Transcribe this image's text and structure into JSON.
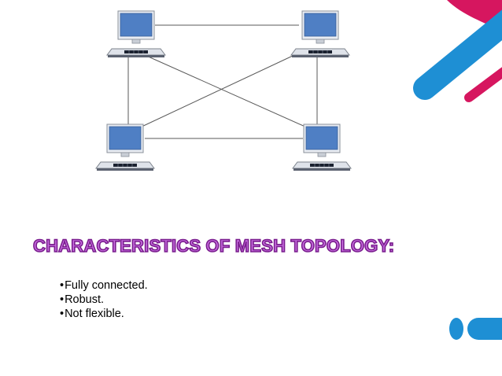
{
  "diagram": {
    "nodes": [
      {
        "name": "computer-top-left",
        "icon": "computer-icon"
      },
      {
        "name": "computer-top-right",
        "icon": "computer-icon"
      },
      {
        "name": "computer-bottom-left",
        "icon": "computer-icon"
      },
      {
        "name": "computer-bottom-right",
        "icon": "computer-icon"
      }
    ],
    "links": [
      [
        "computer-top-left",
        "computer-top-right"
      ],
      [
        "computer-top-left",
        "computer-bottom-left"
      ],
      [
        "computer-top-left",
        "computer-bottom-right"
      ],
      [
        "computer-top-right",
        "computer-bottom-left"
      ],
      [
        "computer-top-right",
        "computer-bottom-right"
      ],
      [
        "computer-bottom-left",
        "computer-bottom-right"
      ]
    ]
  },
  "heading": "CHARACTERISTICS OF MESH TOPOLOGY:",
  "bullets": [
    {
      "marker": "•",
      "text": "Fully connected."
    },
    {
      "marker": "•",
      "text": "Robust."
    },
    {
      "marker": "•",
      "text": "Not flexible."
    }
  ],
  "colors": {
    "accent_pink": "#d6165f",
    "accent_blue": "#1e8fd4",
    "monitor_screen": "#4f7fc4",
    "heading_fill": "#c86ee0",
    "heading_stroke": "#7a1e8e"
  }
}
